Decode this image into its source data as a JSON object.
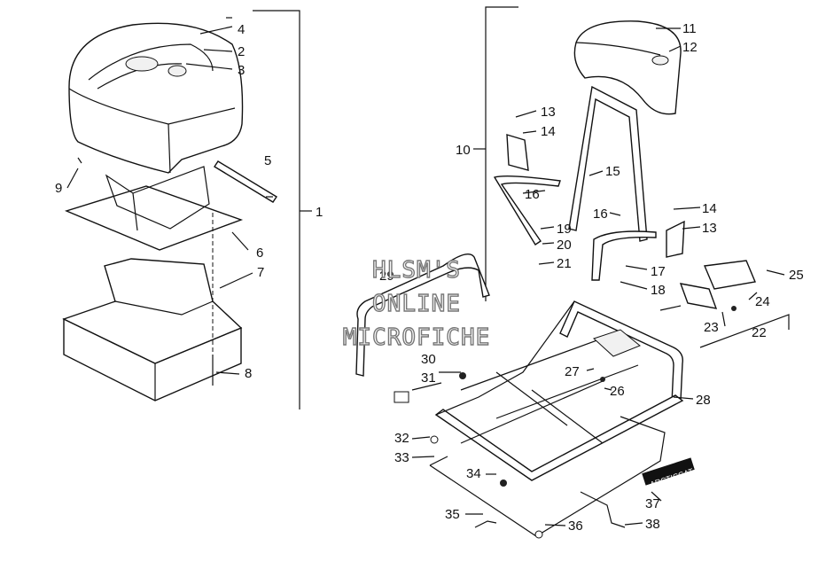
{
  "watermark": {
    "line1": "HLSM'S",
    "line2": "ONLINE",
    "line3": "MICROFICHE"
  },
  "decal_text": "ARCTICCAT",
  "callouts": {
    "c1": "1",
    "c2": "2",
    "c3": "3",
    "c4": "4",
    "c5": "5",
    "c6": "6",
    "c7": "7",
    "c8": "8",
    "c9": "9",
    "c10": "10",
    "c11": "11",
    "c12": "12",
    "c13a": "13",
    "c14a": "14",
    "c13b": "13",
    "c14b": "14",
    "c15": "15",
    "c16a": "16",
    "c16b": "16",
    "c17": "17",
    "c18": "18",
    "c19": "19",
    "c20": "20",
    "c21": "21",
    "c22": "22",
    "c23": "23",
    "c24": "24",
    "c25": "25",
    "c26": "26",
    "c27": "27",
    "c28": "28",
    "c29": "29",
    "c30": "30",
    "c31": "31",
    "c32": "32",
    "c33": "33",
    "c34": "34",
    "c35": "35",
    "c36": "36",
    "c37": "37",
    "c38": "38"
  }
}
